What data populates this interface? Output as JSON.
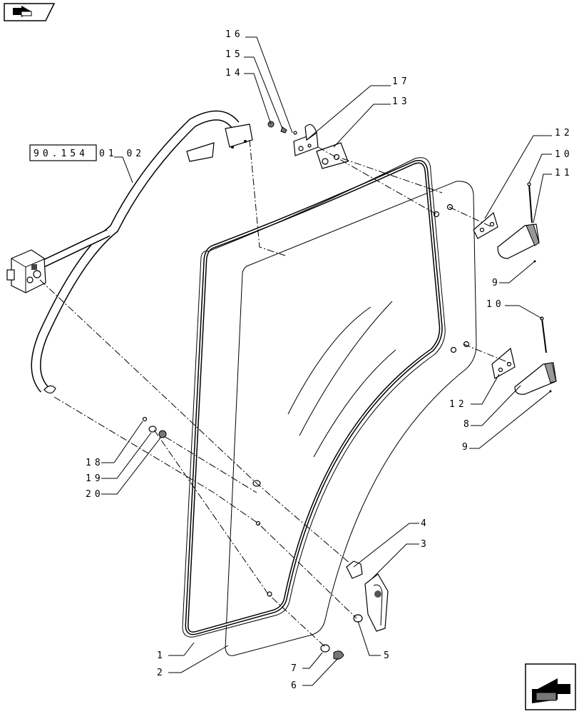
{
  "reference_box": "90.154",
  "reference_suffix": "01 02",
  "callouts": [
    "16",
    "15",
    "14",
    "17",
    "13",
    "12",
    "10",
    "11",
    "9",
    "10",
    "12",
    "8",
    "9",
    "4",
    "3",
    "18",
    "19",
    "20",
    "1",
    "2",
    "7",
    "5",
    "6"
  ],
  "icons": {
    "top_left": "prev-page-icon",
    "bottom_right": "next-page-icon"
  }
}
